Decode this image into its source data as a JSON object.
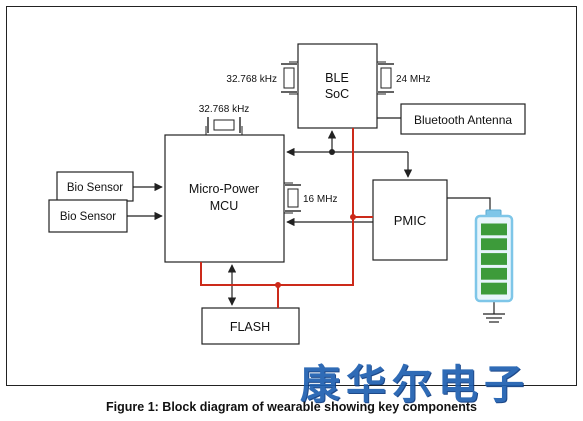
{
  "diagram": {
    "blocks": {
      "ble_soc": [
        "BLE",
        "SoC"
      ],
      "mcu": [
        "Micro-Power",
        "MCU"
      ],
      "pmic": "PMIC",
      "flash": "FLASH",
      "bio_sensor_1": "Bio Sensor",
      "bio_sensor_2": "Bio Sensor",
      "bluetooth_antenna": "Bluetooth Antenna"
    },
    "crystals": {
      "ble_32k": "32.768 kHz",
      "ble_24m": "24 MHz",
      "mcu_32k": "32.768 kHz",
      "mcu_16m": "16 MHz"
    },
    "battery": {
      "cells": 5
    },
    "colors": {
      "line": "#222222",
      "power_line": "#cc2a1a",
      "battery_fill": "#3d9b3a",
      "battery_frame": "#7ec6e8",
      "watermark": "#1e5fb0"
    }
  },
  "watermark": "康华尔电子",
  "caption": "Figure 1: Block diagram of wearable showing key components"
}
